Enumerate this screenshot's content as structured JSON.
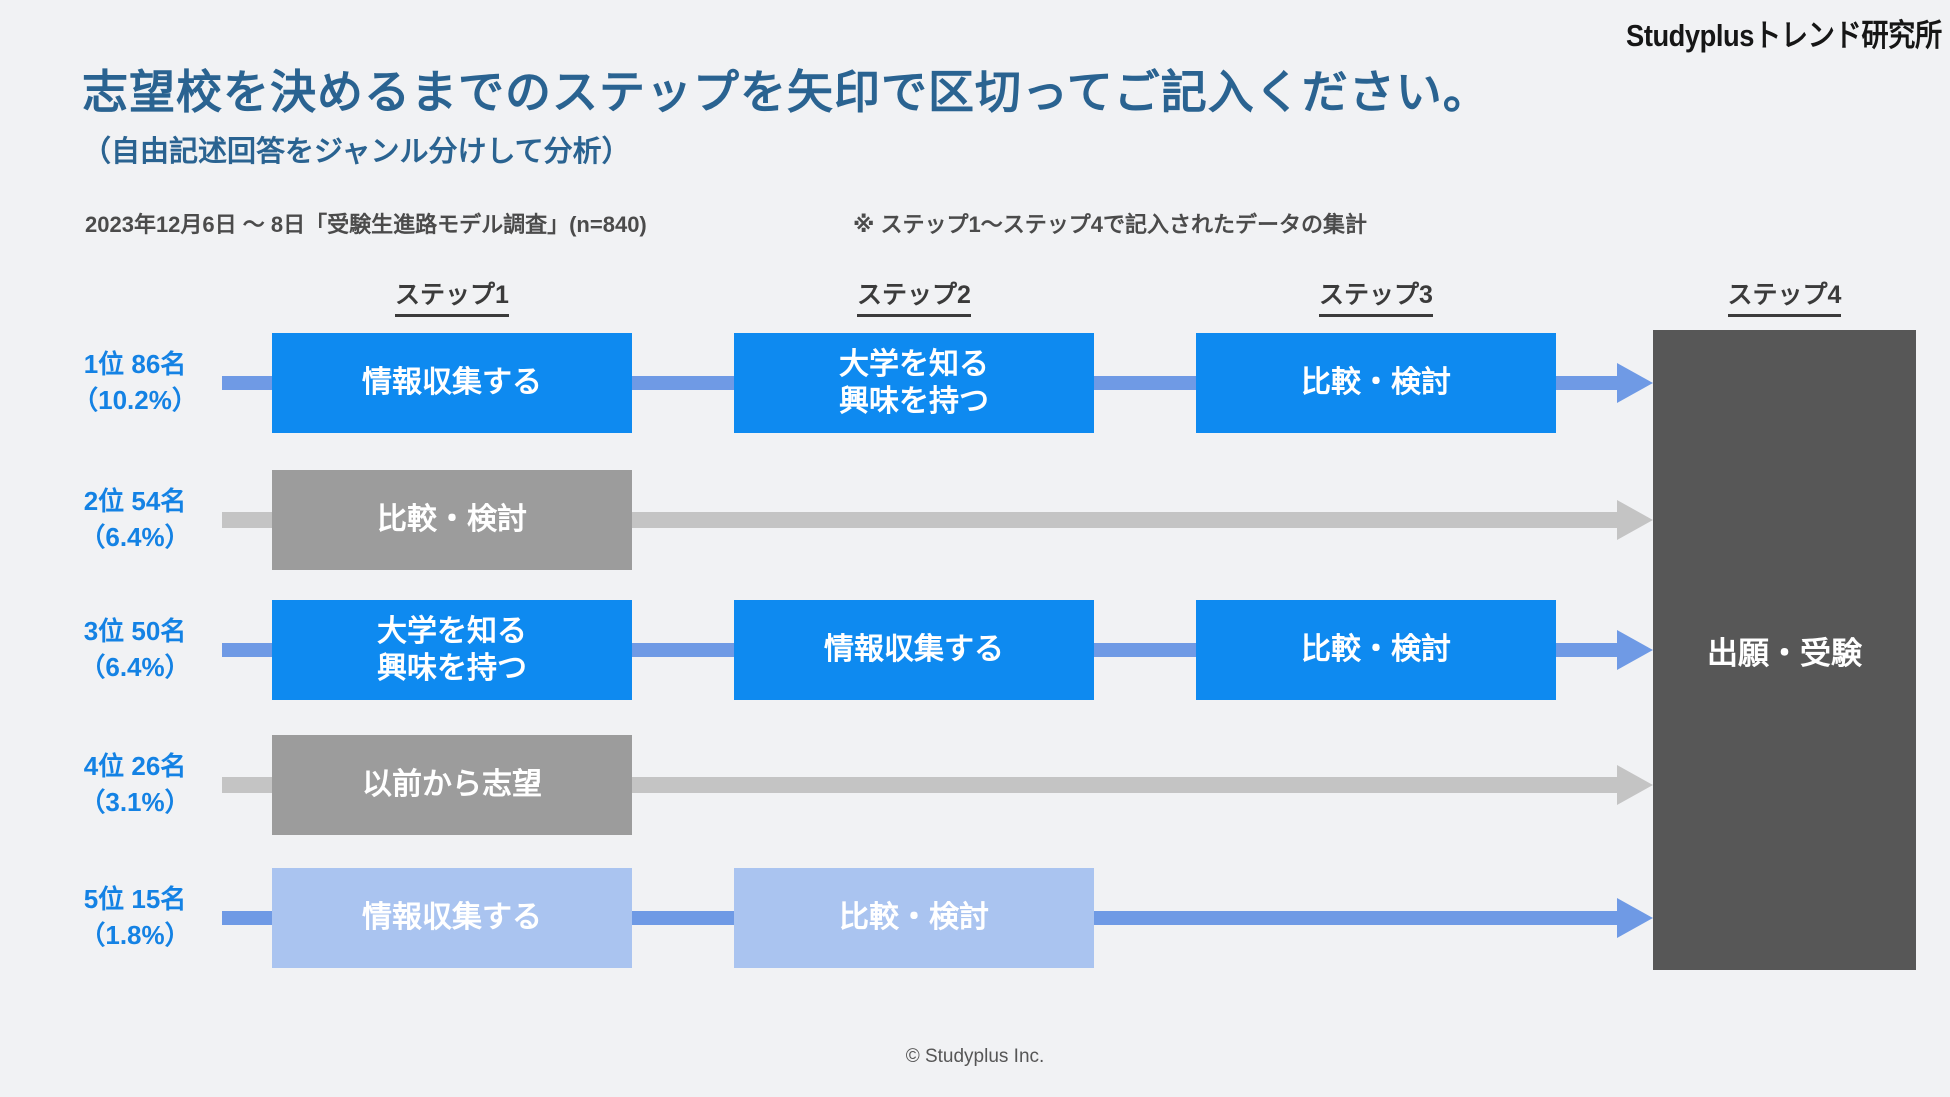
{
  "brand": "Studyplusトレンド研究所",
  "title": "志望校を決めるまでのステップを矢印で区切ってご記入ください。",
  "subtitle": "（自由記述回答をジャンル分けして分析）",
  "survey_note": "2023年12月6日 ～ 8日「受験生進路モデル調査」(n=840)",
  "aggregation_note": "※ ステップ1～ステップ4で記入されたデータの集計",
  "footer": "© Studyplus Inc.",
  "colors": {
    "bg": "#f1f2f4",
    "title_blue": "#2a6391",
    "label_blue": "#1482e4",
    "box_blue": "#0e8af0",
    "light_blue": "#aac4f0",
    "gray_box": "#9c9c9c",
    "dark_box": "#575757",
    "connector_blue": "#6f9ae5",
    "connector_gray": "#c4c4c4",
    "heading_gray": "#3b3b3b",
    "meta_gray": "#4b4b4b"
  },
  "step_headers": [
    "ステップ1",
    "ステップ2",
    "ステップ3",
    "ステップ4"
  ],
  "final_box": "出願・受験",
  "rows": [
    {
      "rank": "1位 86名",
      "percent": "（10.2%）",
      "steps": [
        {
          "text": "情報収集する"
        },
        {
          "text": "大学を知る\n興味を持つ"
        },
        {
          "text": "比較・検討"
        }
      ]
    },
    {
      "rank": "2位 54名",
      "percent": "（6.4%）",
      "steps": [
        {
          "text": "比較・検討"
        }
      ]
    },
    {
      "rank": "3位 50名",
      "percent": "（6.4%）",
      "steps": [
        {
          "text": "大学を知る\n興味を持つ"
        },
        {
          "text": "情報収集する"
        },
        {
          "text": "比較・検討"
        }
      ]
    },
    {
      "rank": "4位 26名",
      "percent": "（3.1%）",
      "steps": [
        {
          "text": "以前から志望"
        }
      ]
    },
    {
      "rank": "5位 15名",
      "percent": "（1.8%）",
      "steps": [
        {
          "text": "情報収集する"
        },
        {
          "text": "比較・検討"
        }
      ]
    }
  ]
}
